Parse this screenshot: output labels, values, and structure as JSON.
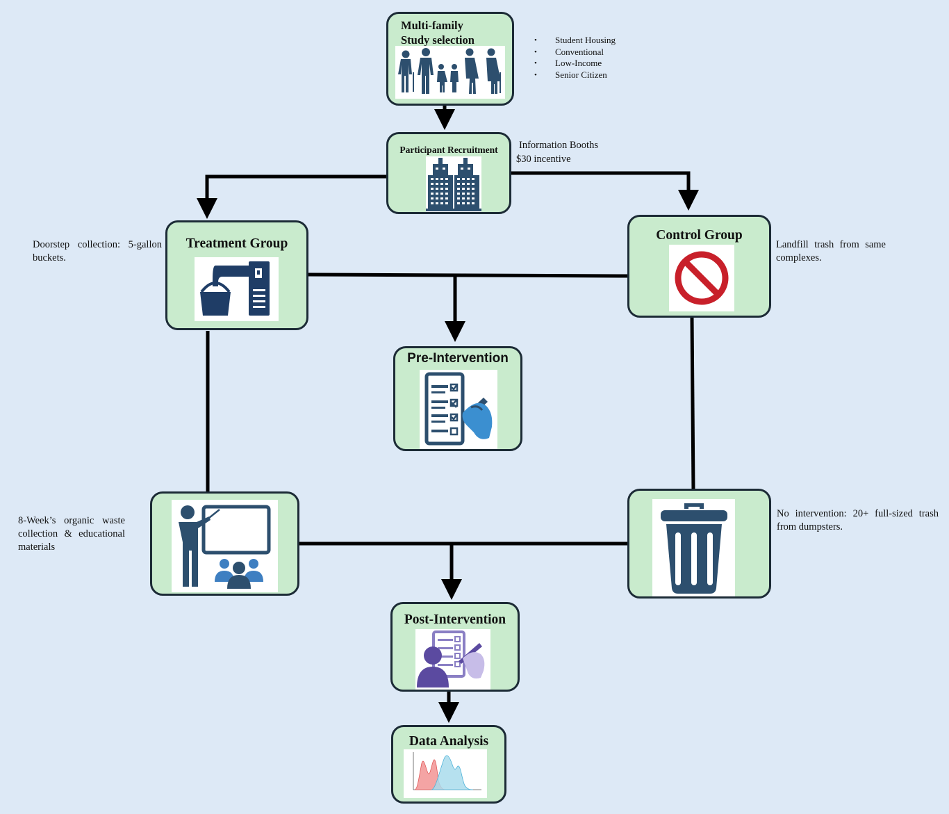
{
  "nodes": {
    "study_selection": {
      "title_line1": "Multi-family",
      "title_line2": "Study selection",
      "icon": "family-icon"
    },
    "recruitment": {
      "title": "Participant  Recruitment",
      "icon": "apartment-buildings-icon"
    },
    "treatment": {
      "title": "Treatment  Group",
      "icon": "bucket-dispenser-icon"
    },
    "control": {
      "title": "Control  Group",
      "icon": "prohibited-icon"
    },
    "pre_intervention": {
      "title": "Pre-Intervention",
      "icon": "checklist-hand-icon"
    },
    "education": {
      "title": "",
      "icon": "teacher-whiteboard-icon"
    },
    "no_intervention": {
      "title": "",
      "icon": "trash-can-icon"
    },
    "post_intervention": {
      "title": "Post-Intervention",
      "icon": "survey-person-icon"
    },
    "data_analysis": {
      "title": "Data Analysis",
      "icon": "histogram-icon"
    }
  },
  "notes": {
    "study_types": [
      "Student Housing",
      "Conventional",
      "Low-Income",
      "Senior Citizen"
    ],
    "recruitment_line1": "Information  Booths",
    "recruitment_line2": "$30 incentive",
    "treatment_line1": "Doorstep  collection:  5-gallon",
    "treatment_line2": "buckets.",
    "control_line1": "Landfill  trash  from  same",
    "control_line2": "complexes.",
    "education_line1": "8-Week’s  organic  waste",
    "education_line2": "collection  &  educational",
    "education_line3": "materials",
    "no_intervention_line1": "No intervention:  20+ full-sized  trash",
    "no_intervention_line2": "from  dumpsters."
  },
  "colors": {
    "background": "#dde9f6",
    "box_fill": "#c9ebcd",
    "box_border": "#1c2b36",
    "icon_navy": "#2d4f6e",
    "icon_blue": "#3e7fc1",
    "prohibit_red": "#c8202a",
    "survey_purple": "#5b4aa0"
  }
}
